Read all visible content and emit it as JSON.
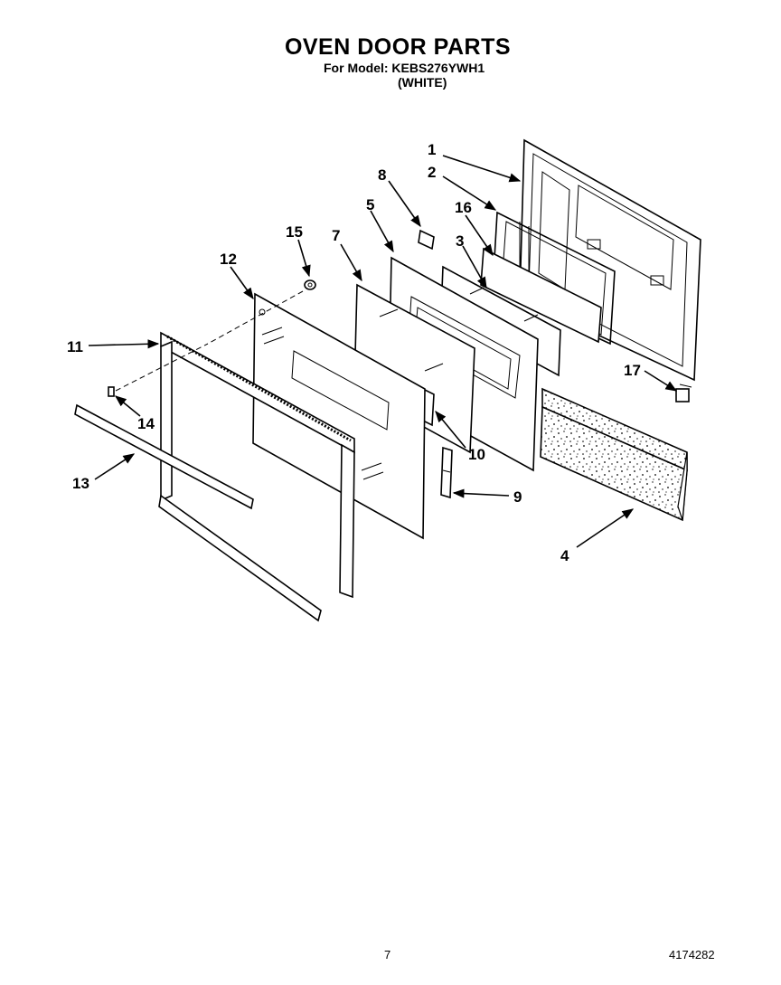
{
  "header": {
    "title": "OVEN DOOR PARTS",
    "model_line": "For Model: KEBS276YWH1",
    "variant": "(WHITE)"
  },
  "footer": {
    "page_number": "7",
    "document_number": "4174282"
  },
  "callouts": {
    "c1": "1",
    "c2": "2",
    "c3": "3",
    "c4": "4",
    "c5": "5",
    "c7": "7",
    "c8": "8",
    "c9": "9",
    "c10": "10",
    "c11": "11",
    "c12": "12",
    "c13": "13",
    "c14": "14",
    "c15": "15",
    "c16": "16",
    "c17": "17"
  }
}
